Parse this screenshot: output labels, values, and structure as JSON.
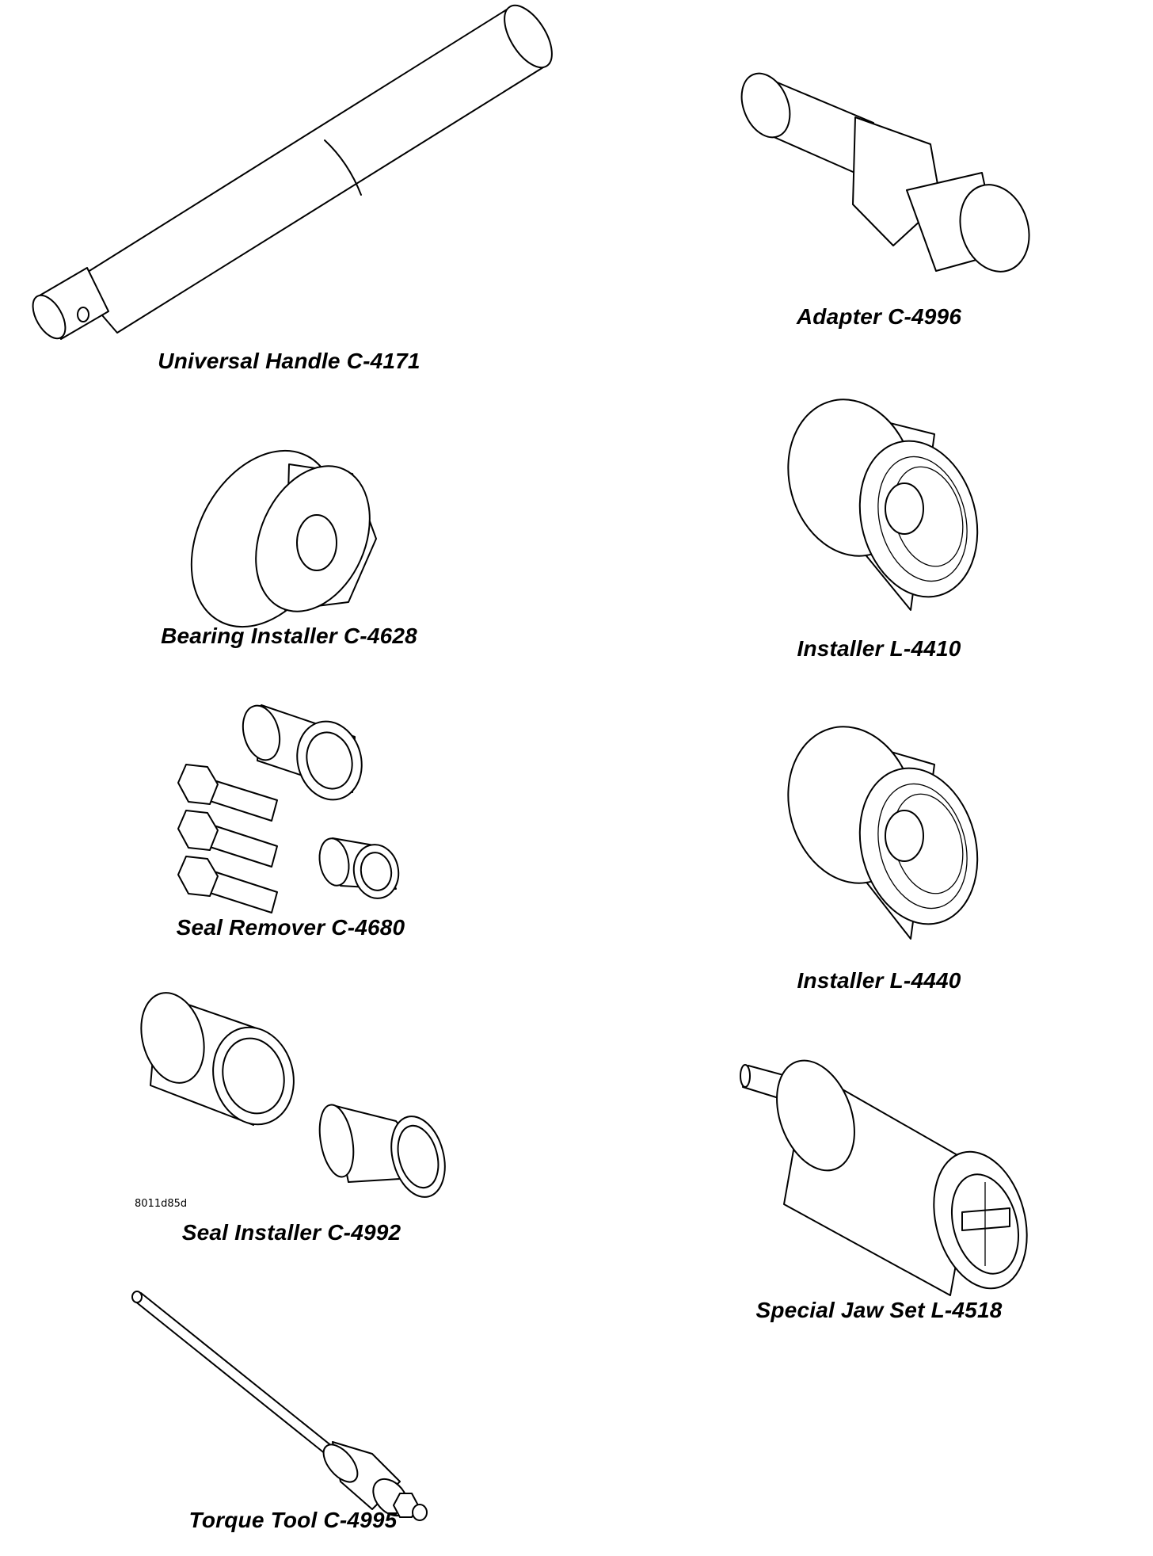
{
  "tools": [
    {
      "id": "universal-handle",
      "label": "Universal Handle C-4171"
    },
    {
      "id": "adapter",
      "label": "Adapter C-4996"
    },
    {
      "id": "bearing-installer",
      "label": "Bearing Installer C-4628"
    },
    {
      "id": "installer-4410",
      "label": "Installer L-4410"
    },
    {
      "id": "seal-remover",
      "label": "Seal Remover C-4680"
    },
    {
      "id": "installer-4440",
      "label": "Installer L-4440"
    },
    {
      "id": "seal-installer",
      "label": "Seal Installer C-4992"
    },
    {
      "id": "special-jaw-set",
      "label": "Special Jaw Set L-4518"
    },
    {
      "id": "torque-tool",
      "label": "Torque Tool C-4995"
    }
  ],
  "figure_code": "8011d85d"
}
